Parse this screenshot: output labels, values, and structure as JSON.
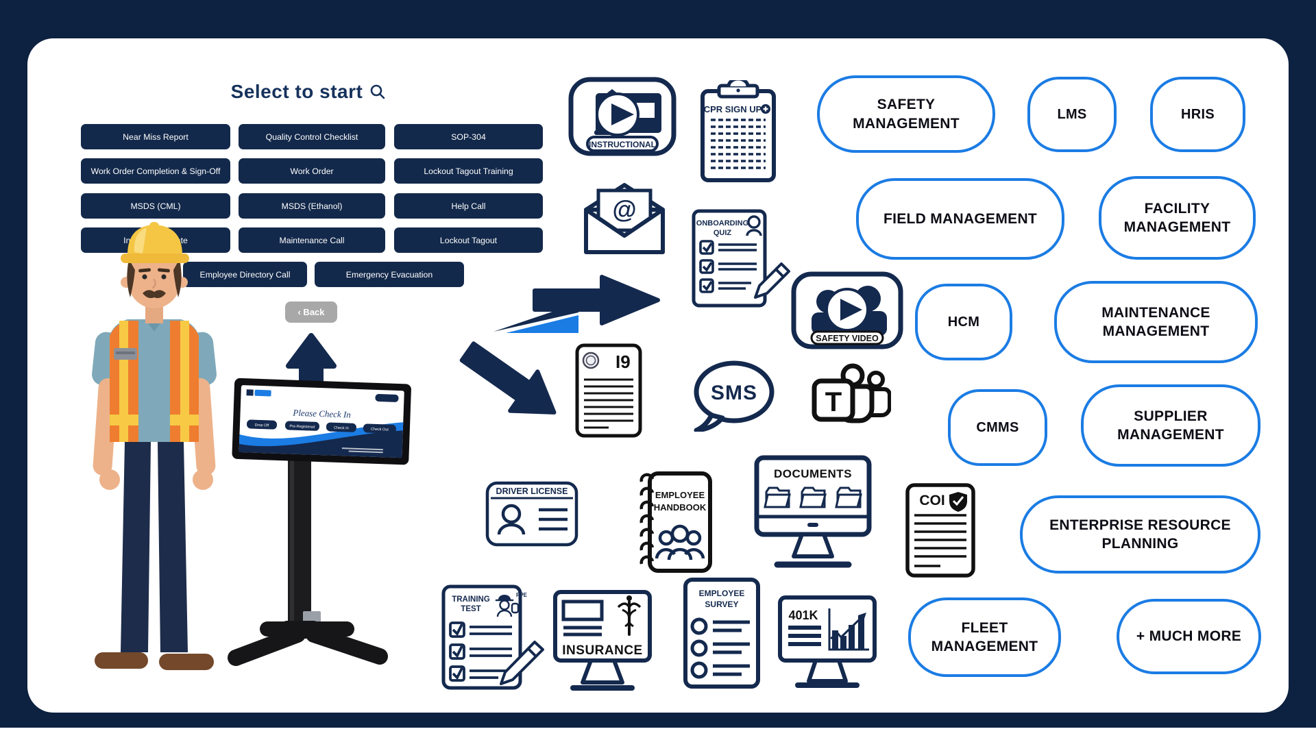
{
  "palette": {
    "frame_bg": "#0d2140",
    "canvas_bg": "#ffffff",
    "navy": "#14294e",
    "button_navy": "#13294b",
    "accent_blue": "#1b7ce4",
    "back_gray": "#a8a8a8"
  },
  "kiosk_menu": {
    "title": "Select to start",
    "buttons": [
      "Near Miss Report",
      "Quality Control Checklist",
      "SOP-304",
      "Work Order Completion & Sign-Off",
      "Work Order",
      "Lockout Tagout Training",
      "MSDS (CML)",
      "MSDS (Ethanol)",
      "Help Call",
      "Inventory Update",
      "Maintenance Call",
      "Lockout Tagout",
      "Employee Directory Call",
      "Emergency Evacuation"
    ],
    "back_label": "‹ Back"
  },
  "kiosk_screen": {
    "heading": "Please Check In",
    "buttons": [
      "Drop Off",
      "Pre-Registered",
      "Check In",
      "Check Out"
    ]
  },
  "icon_labels": {
    "instructional": "INSTRUCTIONAL",
    "cpr": "CPR SIGN UP",
    "email_at": "@",
    "onboarding_line1": "ONBOARDING",
    "onboarding_line2": "QUIZ",
    "safety_video": "SAFETY VIDEO",
    "i9": "I9",
    "sms": "SMS",
    "teams_t": "T",
    "driver_license": "DRIVER LICENSE",
    "handbook_line1": "EMPLOYEE",
    "handbook_line2": "HANDBOOK",
    "documents": "DOCUMENTS",
    "coi": "COI",
    "training_line1": "TRAINING",
    "training_line2": "TEST",
    "ppe": "PPE",
    "insurance": "INSURANCE",
    "survey_line1": "EMPLOYEE",
    "survey_line2": "SURVEY",
    "k401": "401K"
  },
  "integrations": [
    "SAFETY MANAGEMENT",
    "LMS",
    "HRIS",
    "FIELD MANAGEMENT",
    "FACILITY MANAGEMENT",
    "HCM",
    "MAINTENANCE MANAGEMENT",
    "CMMS",
    "SUPPLIER MANAGEMENT",
    "ENTERPRISE RESOURCE PLANNING",
    "FLEET MANAGEMENT",
    "+ MUCH MORE"
  ]
}
